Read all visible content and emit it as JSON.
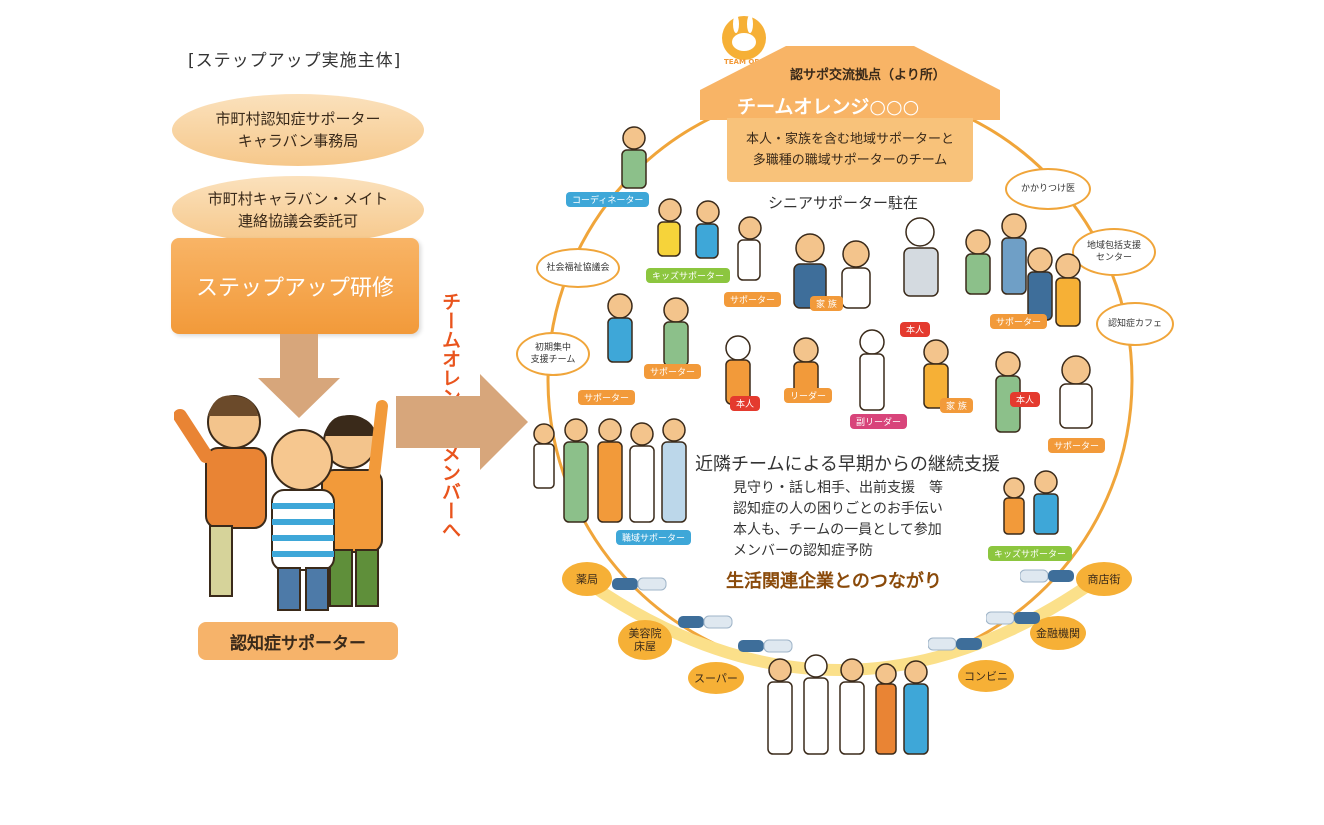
{
  "left": {
    "title": "[ステップアップ実施主体]",
    "org1_line1": "市町村認知症サポーター",
    "org1_line2": "キャラバン事務局",
    "org2_line1": "市町村キャラバン・メイト",
    "org2_line2": "連絡協議会委託可",
    "training": "ステップアップ研修",
    "supporter": "認知症サポーター"
  },
  "arrow_text": "チームオレンジのメンバーへ",
  "logo_text": "TEAM ORANGE",
  "house": {
    "roof": "認サポ交流拠点（より所）",
    "title": "チームオレンジ○○○",
    "desc_line1": "本人・家族を含む地域サポーターと",
    "desc_line2": "多職種の職域サポーターのチーム"
  },
  "senior": "シニアサポーター駐在",
  "bubbles": {
    "kakaritsuke": "かかりつけ医",
    "chiiki1": "地域包括支援",
    "chiiki2": "センター",
    "cafe": "認知症カフェ",
    "shakai": "社会福祉協議会",
    "shoki1": "初期集中",
    "shoki2": "支援チーム"
  },
  "tags": {
    "coordinator": "コーディネーター",
    "kids1": "キッズサポーター",
    "supporter": "サポーター",
    "family": "家 族",
    "person": "本人",
    "leader": "リーダー",
    "subleader": "副リーダー",
    "workplace": "職域サポーター",
    "kids2": "キッズサポーター"
  },
  "kinrin": "近隣チームによる早期からの継続支援",
  "support_list": [
    "見守り・話し相手、出前支援　等",
    "認知症の人の困りごとのお手伝い",
    "本人も、チームの一員として参加",
    "メンバーの認知症予防"
  ],
  "kigyo": "生活関連企業とのつながり",
  "biz": {
    "pharmacy": "薬局",
    "beauty1": "美容院",
    "beauty2": "床屋",
    "super": "スーパー",
    "convenience": "コンビニ",
    "finance": "金融機関",
    "shopping": "商店街"
  },
  "colors": {
    "orange": "#f29a3a",
    "light_orange": "#f8c27a",
    "arrow_brown": "#d7a67b",
    "text_red": "#e9541d",
    "circle": "#f0a53a",
    "tag_blue": "#3ea7d8",
    "tag_green": "#8cc63f",
    "tag_red": "#e43a2e",
    "tag_pink": "#d8447a"
  }
}
